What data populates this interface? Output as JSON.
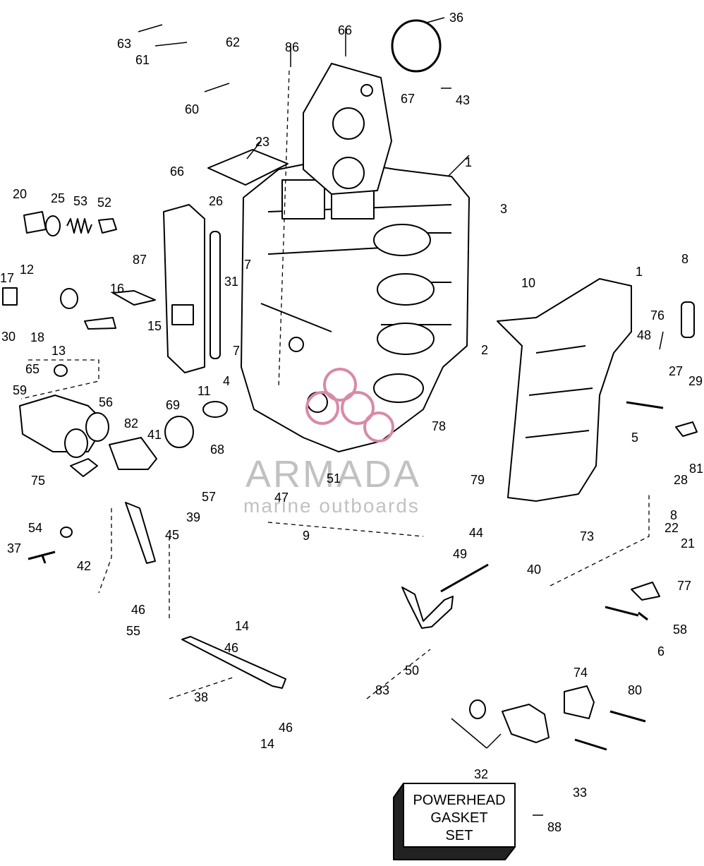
{
  "callouts": [
    "63",
    "62",
    "61",
    "60",
    "86",
    "66",
    "36",
    "67",
    "43",
    "23",
    "66",
    "1",
    "20",
    "25",
    "53",
    "52",
    "26",
    "3",
    "87",
    "12",
    "7",
    "31",
    "10",
    "8",
    "1",
    "17",
    "16",
    "30",
    "18",
    "13",
    "15",
    "2",
    "76",
    "48",
    "7",
    "27",
    "29",
    "65",
    "59",
    "4",
    "11",
    "5",
    "56",
    "69",
    "78",
    "81",
    "82",
    "41",
    "68",
    "28",
    "79",
    "51",
    "57",
    "47",
    "75",
    "8",
    "39",
    "9",
    "54",
    "45",
    "44",
    "73",
    "22",
    "21",
    "37",
    "42",
    "49",
    "40",
    "77",
    "46",
    "55",
    "58",
    "14",
    "46",
    "6",
    "83",
    "50",
    "74",
    "80",
    "38",
    "46",
    "14",
    "32",
    "33",
    "88"
  ],
  "gasket_box": {
    "line1": "POWERHEAD",
    "line2": "GASKET",
    "line3": "SET"
  },
  "watermark": {
    "brand": "ARMADA",
    "tagline": "marine outboards",
    "color": "#d88aa8"
  }
}
